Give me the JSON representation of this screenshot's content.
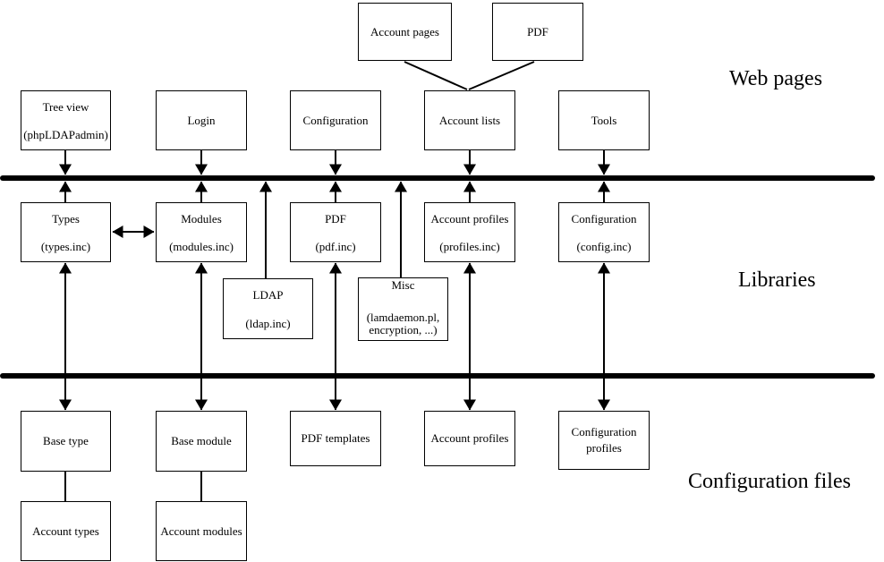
{
  "diagram": {
    "layer_labels": {
      "web_pages": "Web pages",
      "libraries": "Libraries",
      "configuration_files": "Configuration files"
    },
    "colors": {
      "line": "#000000",
      "box_border": "#000000",
      "background": "#ffffff"
    },
    "boxes": {
      "account_pages": {
        "line1": "Account pages"
      },
      "pdf_page": {
        "line1": "PDF"
      },
      "tree_view": {
        "line1": "Tree view",
        "line2": "(phpLDAPadmin)"
      },
      "login": {
        "line1": "Login"
      },
      "configuration_page": {
        "line1": "Configuration"
      },
      "account_lists": {
        "line1": "Account lists"
      },
      "tools": {
        "line1": "Tools"
      },
      "types": {
        "line1": "Types",
        "line2": "(types.inc)"
      },
      "modules": {
        "line1": "Modules",
        "line2": "(modules.inc)"
      },
      "pdf_lib": {
        "line1": "PDF",
        "line2": "(pdf.inc)"
      },
      "account_profiles_lib": {
        "line1": "Account profiles",
        "line2": "(profiles.inc)"
      },
      "configuration_lib": {
        "line1": "Configuration",
        "line2": "(config.inc)"
      },
      "ldap": {
        "line1": "LDAP",
        "line2": "(ldap.inc)"
      },
      "misc": {
        "line1": "Misc",
        "line2": "(lamdaemon.pl, encryption, ...)"
      },
      "base_type": {
        "line1": "Base type"
      },
      "base_module": {
        "line1": "Base module"
      },
      "pdf_templates": {
        "line1": "PDF templates"
      },
      "account_profiles_file": {
        "line1": "Account profiles"
      },
      "configuration_profiles": {
        "line1": "Configuration profiles"
      },
      "account_types": {
        "line1": "Account types"
      },
      "account_modules": {
        "line1": "Account modules"
      }
    }
  }
}
